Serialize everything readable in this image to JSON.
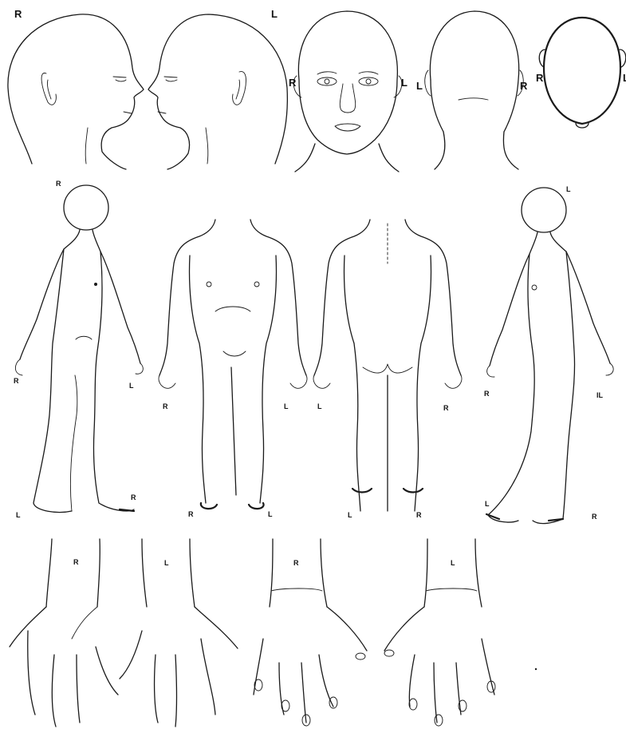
{
  "labels": {
    "head_profile_right": "R",
    "head_profile_left": "L",
    "head_front_r": "R",
    "head_front_l": "L",
    "head_back_l": "L",
    "head_back_r": "R",
    "head_top_r": "R",
    "head_top_l": "L",
    "body_side_r_top": "R",
    "body_side_r_hand_r": "R",
    "body_side_r_hand_l": "L",
    "body_side_r_foot_l": "L",
    "body_side_r_foot_r": "R",
    "body_front_hand_r": "R",
    "body_front_hand_l": "L",
    "body_front_foot_r": "R",
    "body_front_foot_l": "L",
    "body_back_hand_l": "L",
    "body_back_hand_r": "R",
    "body_back_foot_l": "L",
    "body_back_foot_r": "R",
    "body_side_l_top": "L",
    "body_side_l_hand_r": "R",
    "body_side_l_hand_l": "IL",
    "body_side_l_foot_l": "L",
    "body_side_l_foot_r": "R",
    "palm_r": "R",
    "palm_l": "L",
    "dorsum_r": "R",
    "dorsum_l": "L"
  }
}
